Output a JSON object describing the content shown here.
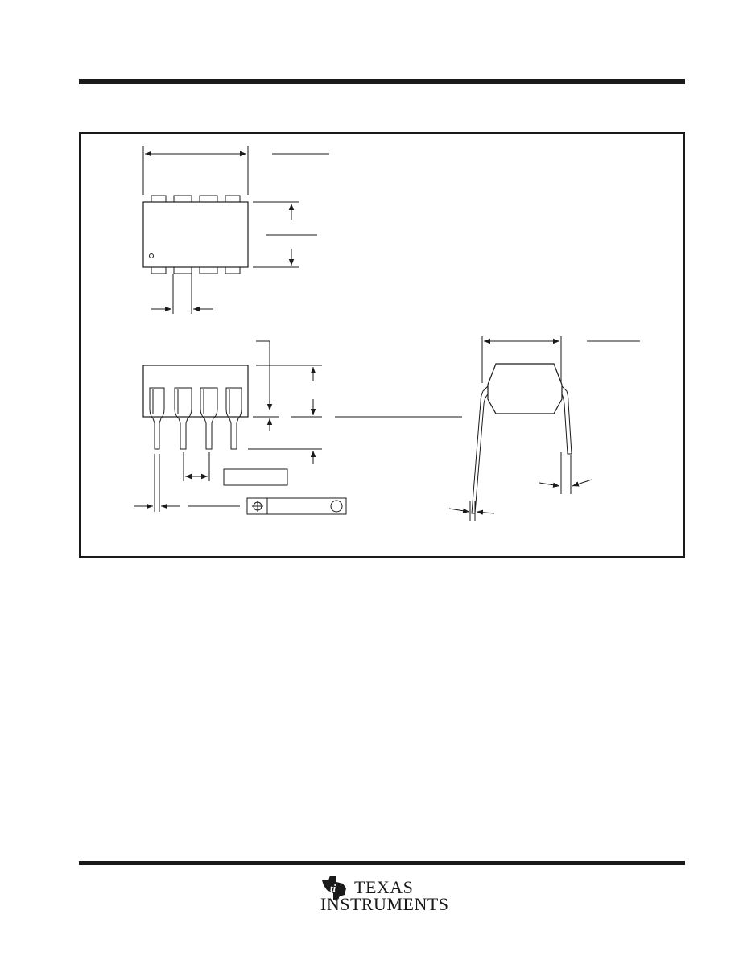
{
  "brand": {
    "logo_line1": "TEXAS",
    "logo_line2": "INSTRUMENTS",
    "logo_icon": "ti-state-logo-icon"
  },
  "drawing": {
    "stroke_color": "#1a1a1a",
    "views": [
      "top-view",
      "front-view",
      "end-view"
    ],
    "pins_per_side": 4,
    "pin1_marker": "circle",
    "tolerance_frame_symbols": [
      "position-symbol",
      "circle-m-modifier"
    ]
  }
}
